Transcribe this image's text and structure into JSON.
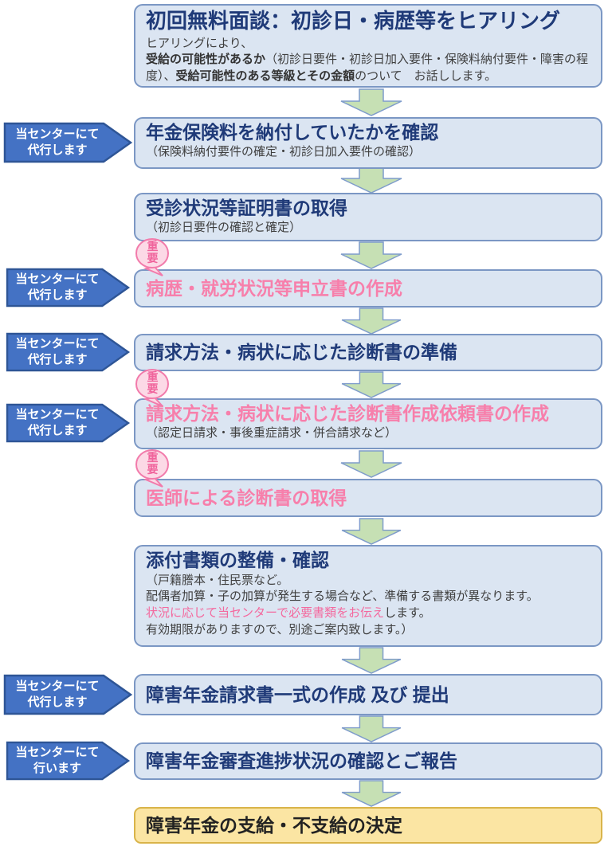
{
  "colors": {
    "box_fill": "#dbe5f2",
    "box_border": "#7b97c4",
    "title_blue": "#1f3a78",
    "title_pink": "#f77fab",
    "body_gray": "#3f3f3f",
    "label_fill": "#4472c4",
    "label_border": "#2e5596",
    "arrow_fill": "#c6e0b4",
    "arrow_border": "#7f9ccb",
    "stamp_pink": "#f27bab",
    "stamp_fill": "#fcd9e6",
    "final_fill": "#fbe5a3",
    "final_border": "#d9b44a"
  },
  "labels": {
    "daiko": {
      "line1": "当センターにて",
      "line2": "代行します"
    },
    "okonai": {
      "line1": "当センターにて",
      "line2": "行います"
    }
  },
  "stamp": {
    "text": "重要"
  },
  "steps": {
    "s1": {
      "title": "初回無料面談：初診日・病歴等をヒアリング",
      "line1": "ヒアリングにより、",
      "line2_bold": "受給の可能性があるか",
      "line2_mid": "（初診日要件・初診日加入要件・保険料納付要件・障害の程度）、",
      "line2_bold2": "受給可能性のある等級とその金額",
      "line2_tail": "のついて　お話しします。"
    },
    "s2": {
      "title": "年金保険料を納付していたかを確認",
      "sub": "（保険料納付要件の確定・初診日加入要件の確認）"
    },
    "s3": {
      "title": "受診状況等証明書の取得",
      "sub": "（初診日要件の確認と確定）"
    },
    "s4": {
      "title": "病歴・就労状況等申立書の作成"
    },
    "s5": {
      "title": "請求方法・病状に応じた診断書の準備"
    },
    "s6": {
      "title": "請求方法・病状に応じた診断書作成依頼書の作成",
      "sub": "（認定日請求・事後重症請求・併合請求など）"
    },
    "s7": {
      "title": "医師による診断書の取得"
    },
    "s8": {
      "title": "添付書類の整備・確認",
      "line1": "（戸籍謄本・住民票など。",
      "line2": "配偶者加算・子の加算が発生する場合など、準備する書類が異なります。",
      "line3_pink": "状況に応じて当センターで必要書類をお伝え",
      "line3_rest": "します。",
      "line4": "有効期限がありますので、別途ご案内致します。）"
    },
    "s9": {
      "title": "障害年金請求書一式の作成 及び 提出"
    },
    "s10": {
      "title": "障害年金審査進捗状況の確認とご報告"
    },
    "s11": {
      "title": "障害年金の支給・不支給の決定"
    }
  }
}
